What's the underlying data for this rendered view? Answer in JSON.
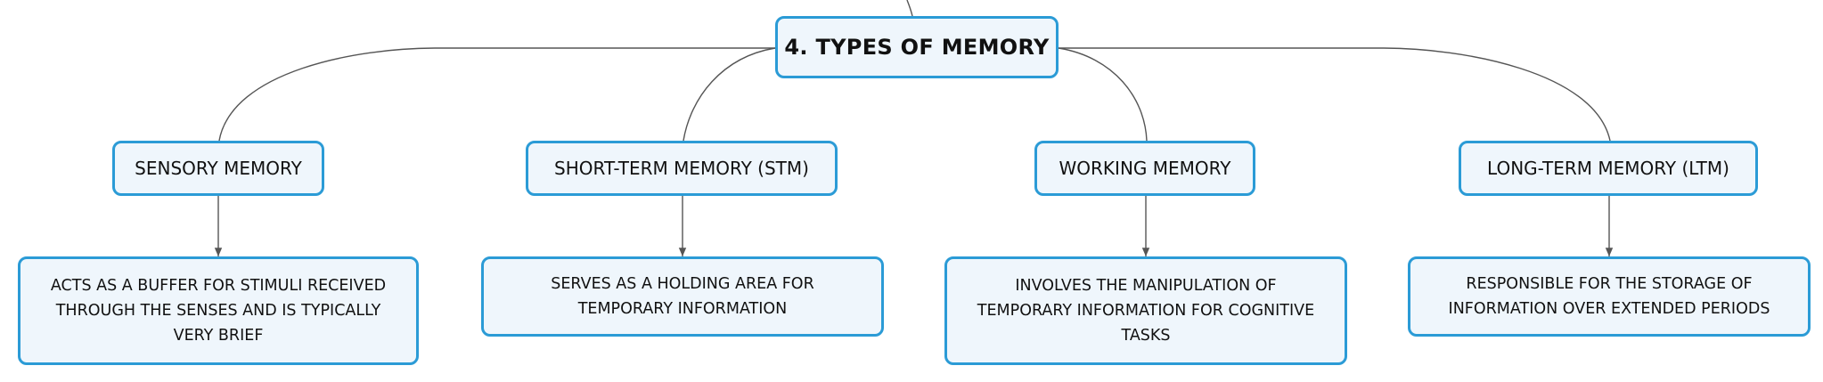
{
  "root": {
    "title": "4. TYPES OF MEMORY"
  },
  "categories": [
    {
      "label": "SENSORY MEMORY",
      "description": "ACTS AS A BUFFER FOR STIMULI RECEIVED THROUGH THE SENSES AND IS TYPICALLY VERY BRIEF"
    },
    {
      "label": "SHORT-TERM MEMORY (STM)",
      "description": "SERVES AS A HOLDING AREA FOR TEMPORARY INFORMATION"
    },
    {
      "label": "WORKING MEMORY",
      "description": "INVOLVES THE MANIPULATION OF TEMPORARY INFORMATION FOR COGNITIVE TASKS"
    },
    {
      "label": "LONG-TERM MEMORY (LTM)",
      "description": "RESPONSIBLE FOR THE STORAGE OF INFORMATION OVER EXTENDED PERIODS"
    }
  ],
  "colors": {
    "node_border": "#2b9bd6",
    "node_fill": "#eff6fc",
    "connector": "#555555"
  }
}
